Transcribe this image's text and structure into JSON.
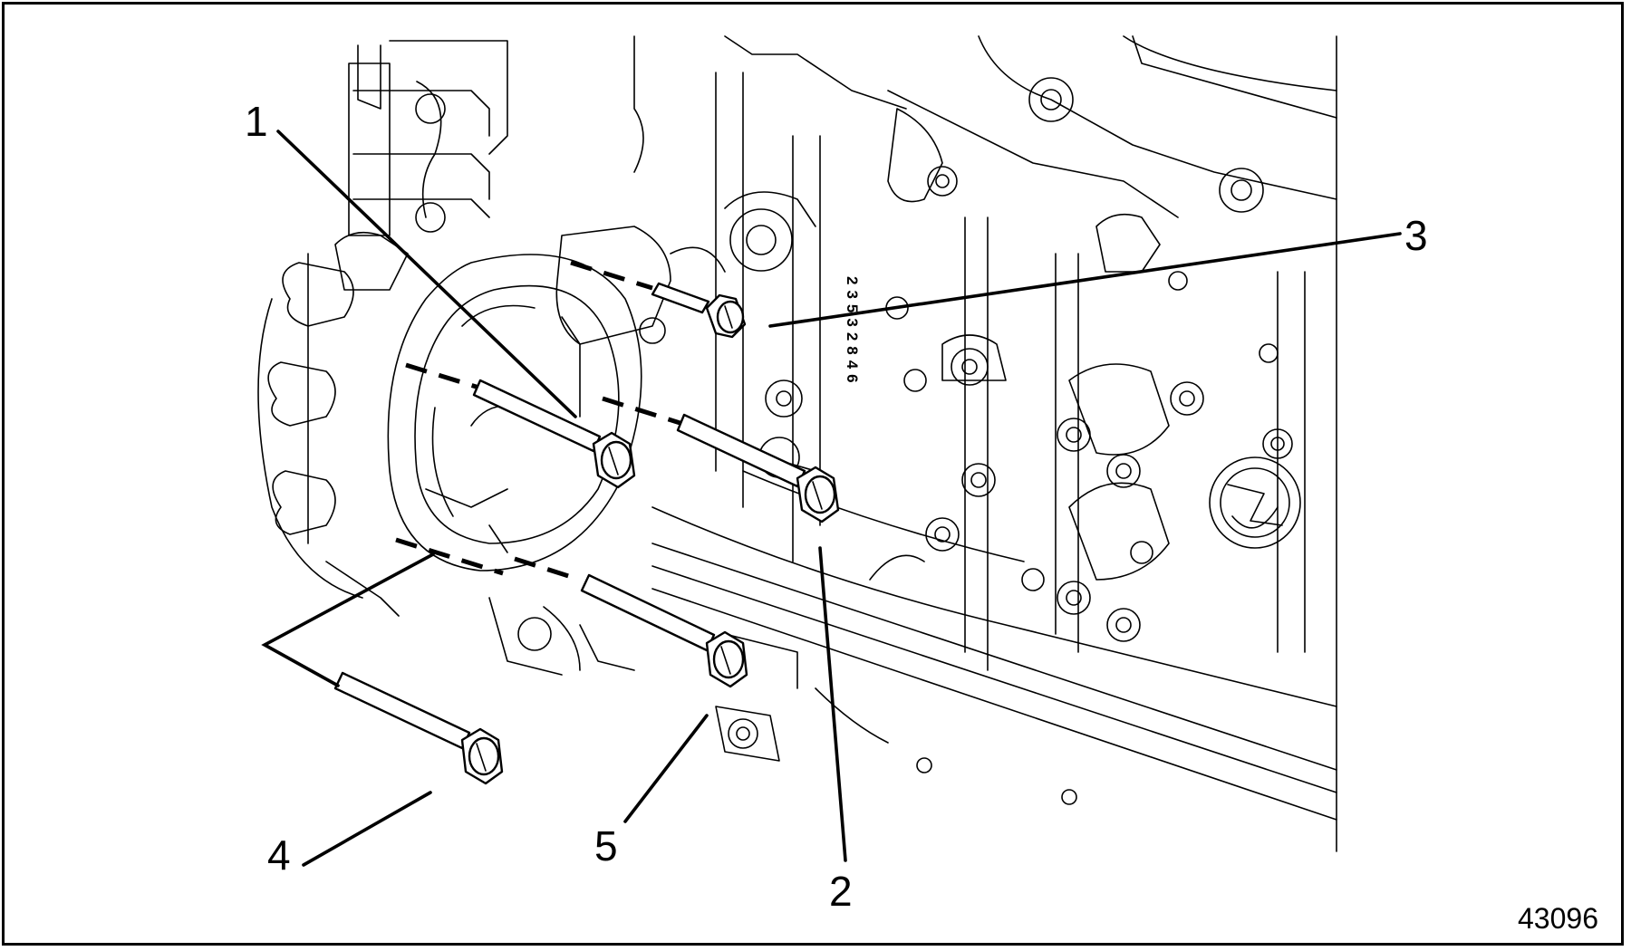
{
  "figure": {
    "number": "43096",
    "part_marking": "23532846"
  },
  "callouts": [
    {
      "id": "1",
      "label": "1"
    },
    {
      "id": "2",
      "label": "2"
    },
    {
      "id": "3",
      "label": "3"
    },
    {
      "id": "4",
      "label": "4"
    },
    {
      "id": "5",
      "label": "5"
    }
  ],
  "colors": {
    "line": "#000000",
    "background": "#ffffff"
  }
}
